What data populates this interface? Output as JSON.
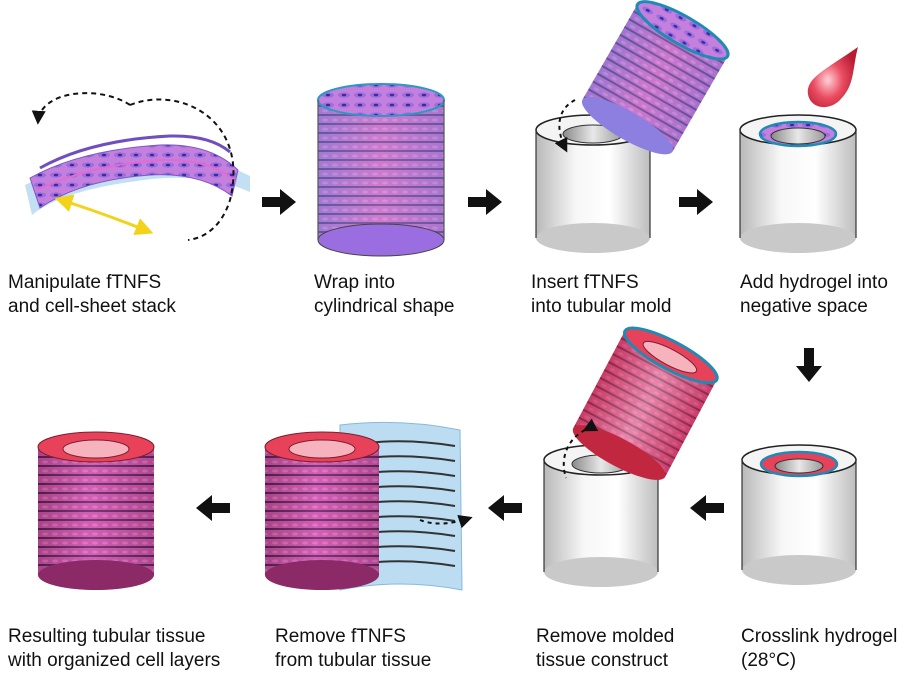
{
  "steps": [
    {
      "line1": "Manipulate fTNFS",
      "line2": "and cell-sheet stack"
    },
    {
      "line1": "Wrap into",
      "line2": "cylindrical shape"
    },
    {
      "line1": "Insert fTNFS",
      "line2": "into tubular mold"
    },
    {
      "line1": "Add hydrogel into",
      "line2": "negative space"
    },
    {
      "line1": "Crosslink hydrogel",
      "line2": "(28°C)"
    },
    {
      "line1": "Remove molded",
      "line2": "tissue construct"
    },
    {
      "line1": "Remove fTNFS",
      "line2": "from tubular tissue"
    },
    {
      "line1": "Resulting tubular tissue",
      "line2": "with organized cell layers"
    }
  ],
  "colors": {
    "cell_sheet": "#c86ad8",
    "cell_sheet_blue": "#6f7fe0",
    "hydrogel": "#e8425a",
    "mold": "#e6e6e6",
    "scaffold_rim": "#1f8bb5",
    "scaffold_film": "#bcdcf2",
    "arrow": "#111111",
    "motion_arrow": "#f2d21b"
  },
  "icons": [
    "flow-arrow-right-icon",
    "flow-arrow-down-icon",
    "flow-arrow-left-icon",
    "hydrogel-droplet-icon",
    "rotation-arrow-icon",
    "dashed-path-arrow-icon"
  ]
}
